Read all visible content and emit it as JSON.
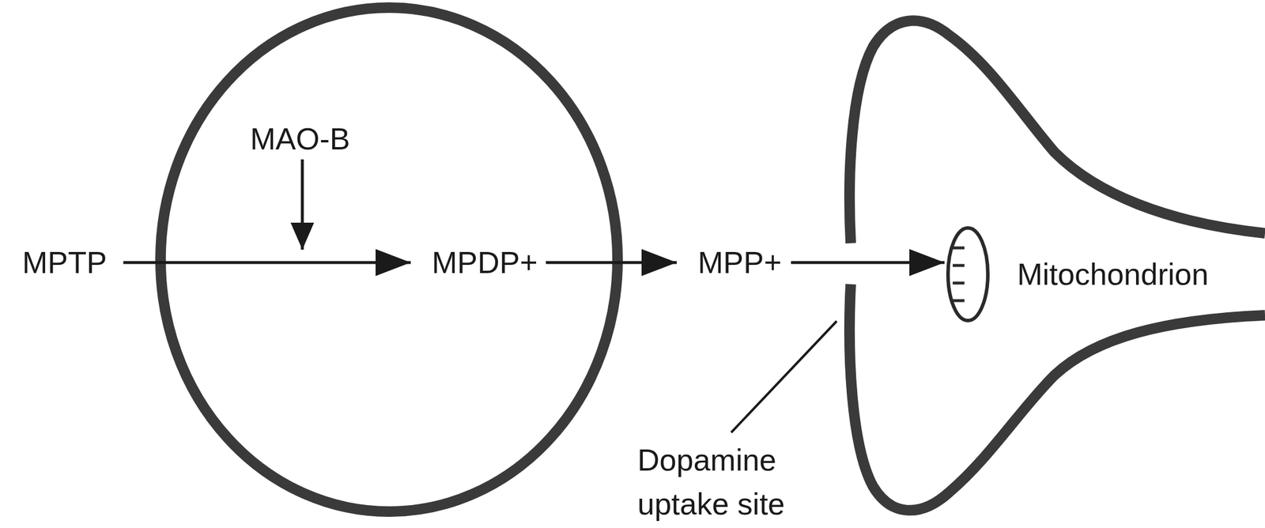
{
  "diagram": {
    "nodes": [
      {
        "text": [
          "MPTP"
        ]
      },
      {
        "text": [
          "MPDP+"
        ]
      },
      {
        "text": [
          "MPP+"
        ]
      },
      {
        "text": [
          "Mitochondrion"
        ]
      }
    ],
    "edges": [
      {
        "from": 0,
        "to": 1,
        "arrow": "to"
      },
      {
        "from": 1,
        "to": 2,
        "arrow": "to"
      },
      {
        "from": 2,
        "to": 3,
        "arrow": "to"
      }
    ],
    "labels": [
      "MAO-B",
      "Dopamine uptake site"
    ]
  }
}
